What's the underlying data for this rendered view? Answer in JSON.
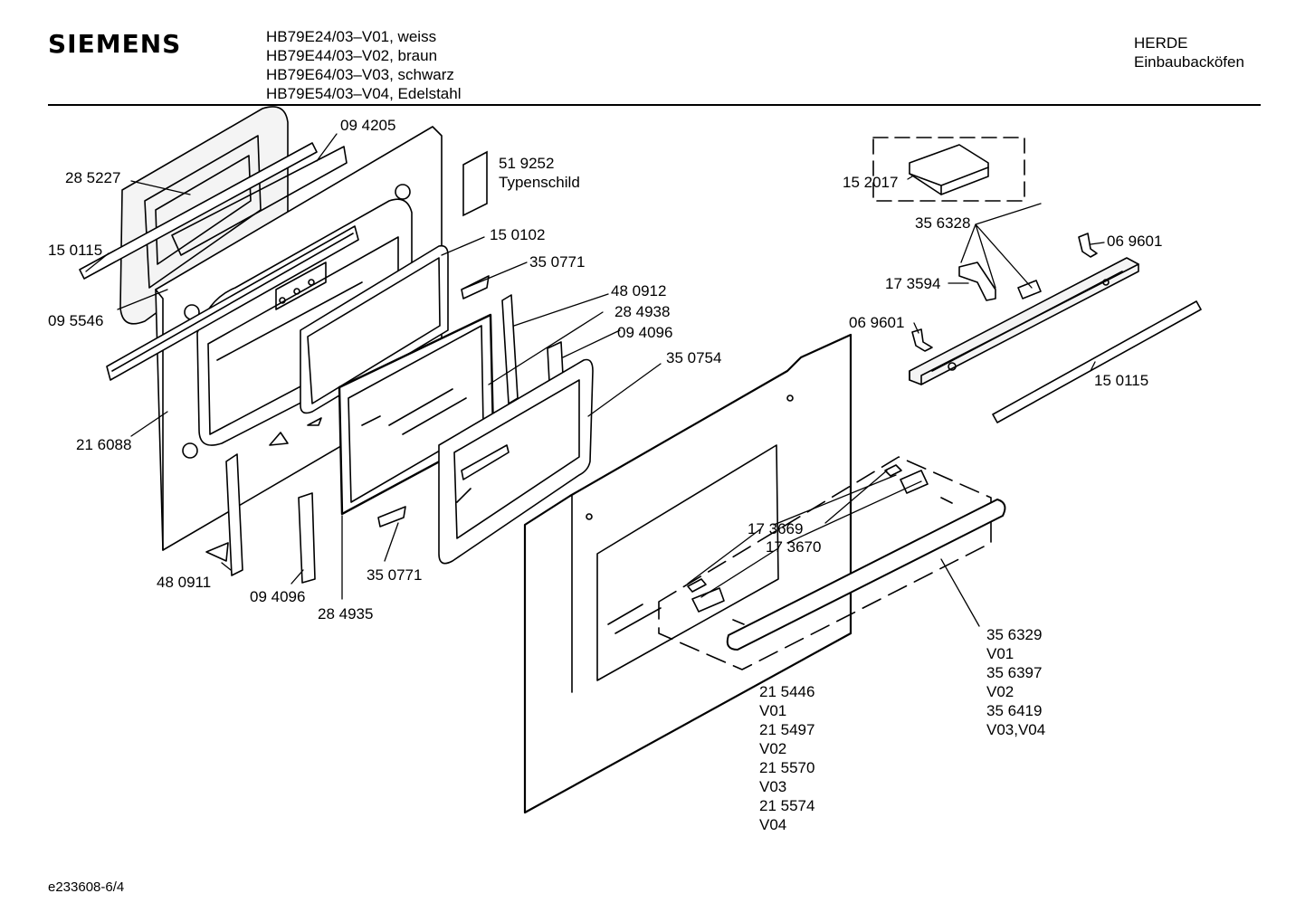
{
  "header": {
    "brand": "SIEMENS",
    "models": [
      "HB79E24/03–V01, weiss",
      "HB79E44/03–V02, braun",
      "HB79E64/03–V03, schwarz",
      "HB79E54/03–V04, Edelstahl"
    ],
    "category": [
      "HERDE",
      "Einbaubacköfen"
    ]
  },
  "parts": {
    "p285227": "28 5227",
    "p094205": "09 4205",
    "p519252": [
      "51 9252",
      "Typenschild"
    ],
    "p150115_left": "15 0115",
    "p150102": "15 0102",
    "p350771_top": "35 0771",
    "p095546": "09 5546",
    "p480912": "48 0912",
    "p284938": "28 4938",
    "p094096_top": "09 4096",
    "p350754": "35 0754",
    "p216088": "21 6088",
    "p480911": "48 0911",
    "p094096_bottom": "09 4096",
    "p284935": "28 4935",
    "p350771_bottom": "35 0771",
    "p152017": "15 2017",
    "p356328": "35 6328",
    "p069601_top": "06 9601",
    "p173594": "17 3594",
    "p069601_left": "06 9601",
    "p150115_right": "15 0115",
    "p173669": "17 3669",
    "p173670": "17 3670",
    "handle": [
      "35 6329",
      "V01",
      "35 6397",
      "V02",
      "35 6419",
      "V03,V04"
    ],
    "outer_glass": [
      "21 5446",
      "V01",
      "21 5497",
      "V02",
      "21 5570",
      "V03",
      "21 5574",
      "V04"
    ]
  },
  "footer": {
    "code": "e233608-6/4"
  }
}
